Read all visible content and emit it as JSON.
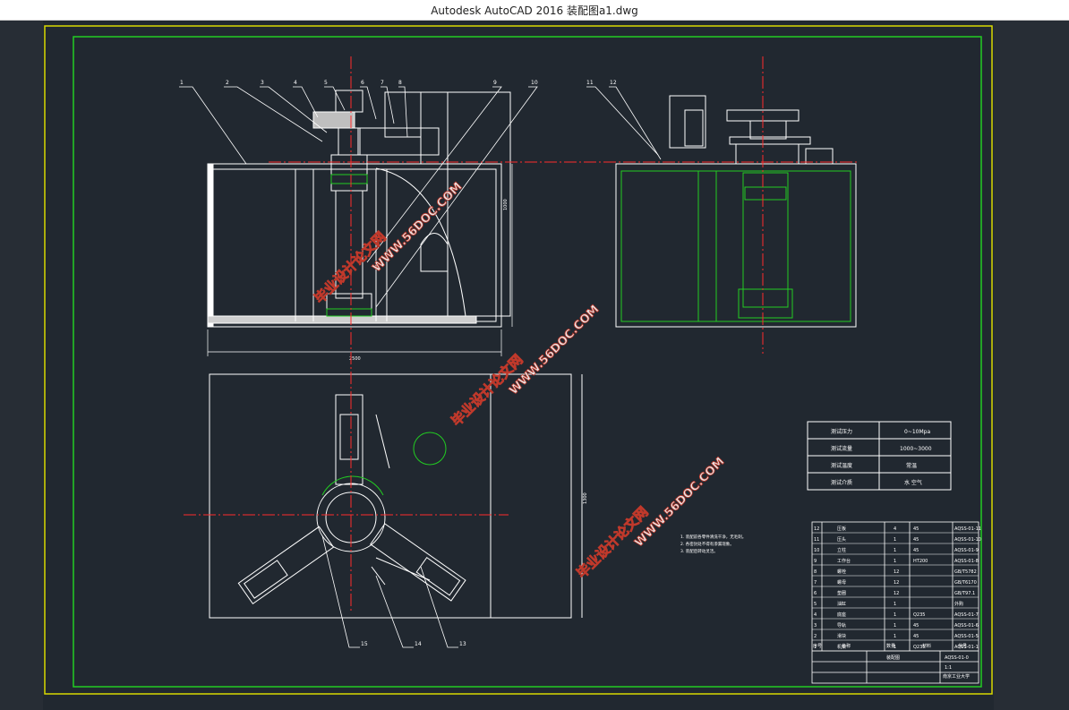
{
  "window": {
    "title": "Autodesk AutoCAD 2016     装配图a1.dwg"
  },
  "drawing": {
    "part_numbers": [
      "1",
      "2",
      "3",
      "4",
      "5",
      "6",
      "7",
      "8",
      "9",
      "10",
      "11",
      "12"
    ],
    "bottom_part_numbers": [
      "15",
      "14",
      "13"
    ],
    "dims": {
      "height": "1000",
      "width": "2500",
      "plan": "1300"
    },
    "spec_table": [
      {
        "label": "测试压力",
        "value": "0~10Mpa"
      },
      {
        "label": "测试流量",
        "value": "1000~3000"
      },
      {
        "label": "测试温度",
        "value": "常温"
      },
      {
        "label": "测试介质",
        "value": "水 空气"
      }
    ],
    "notes": [
      "1. 装配前各零件清洗干净，无毛刺。",
      "2. 各密封处不得有渗漏现象。",
      "3. 装配后转动灵活。"
    ],
    "bom_rows": [
      {
        "no": "12",
        "name": "压板",
        "qty": "4",
        "material": "45",
        "code": "AQSS-01-11"
      },
      {
        "no": "11",
        "name": "压头",
        "qty": "1",
        "material": "45",
        "code": "AQSS-01-10"
      },
      {
        "no": "10",
        "name": "立柱",
        "qty": "1",
        "material": "45",
        "code": "AQSS-01-9"
      },
      {
        "no": "9",
        "name": "工作台",
        "qty": "1",
        "material": "HT200",
        "code": "AQSS-01-8"
      },
      {
        "no": "8",
        "name": "螺栓",
        "qty": "12",
        "material": "",
        "code": "GB/T5782"
      },
      {
        "no": "7",
        "name": "螺母",
        "qty": "12",
        "material": "",
        "code": "GB/T6170"
      },
      {
        "no": "6",
        "name": "垫圈",
        "qty": "12",
        "material": "",
        "code": "GB/T97.1"
      },
      {
        "no": "5",
        "name": "油缸",
        "qty": "1",
        "material": "",
        "code": "外购"
      },
      {
        "no": "4",
        "name": "底座",
        "qty": "1",
        "material": "Q235",
        "code": "AQSS-01-7"
      },
      {
        "no": "3",
        "name": "导轨",
        "qty": "1",
        "material": "45",
        "code": "AQSS-01-6"
      },
      {
        "no": "2",
        "name": "滑块",
        "qty": "1",
        "material": "45",
        "code": "AQSS-01-5"
      },
      {
        "no": "1",
        "name": "机架",
        "qty": "1",
        "material": "Q235",
        "code": "AQSS-01-1"
      }
    ],
    "bom_header": {
      "no": "序号",
      "name": "名称",
      "qty": "数量",
      "material": "材料",
      "code": "代号"
    },
    "title_block": {
      "school": "南京工业大学",
      "drawing_name": "装配图",
      "scale": "1:1",
      "code": "AQSS-01-0"
    },
    "watermark": {
      "text": "毕业设计论文网",
      "url": "WWW.56DOC.COM"
    }
  },
  "colors": {
    "background": "#212830",
    "frame_yellow": "#d9d900",
    "frame_green": "#22cc22",
    "red": "#ff2b2b"
  }
}
